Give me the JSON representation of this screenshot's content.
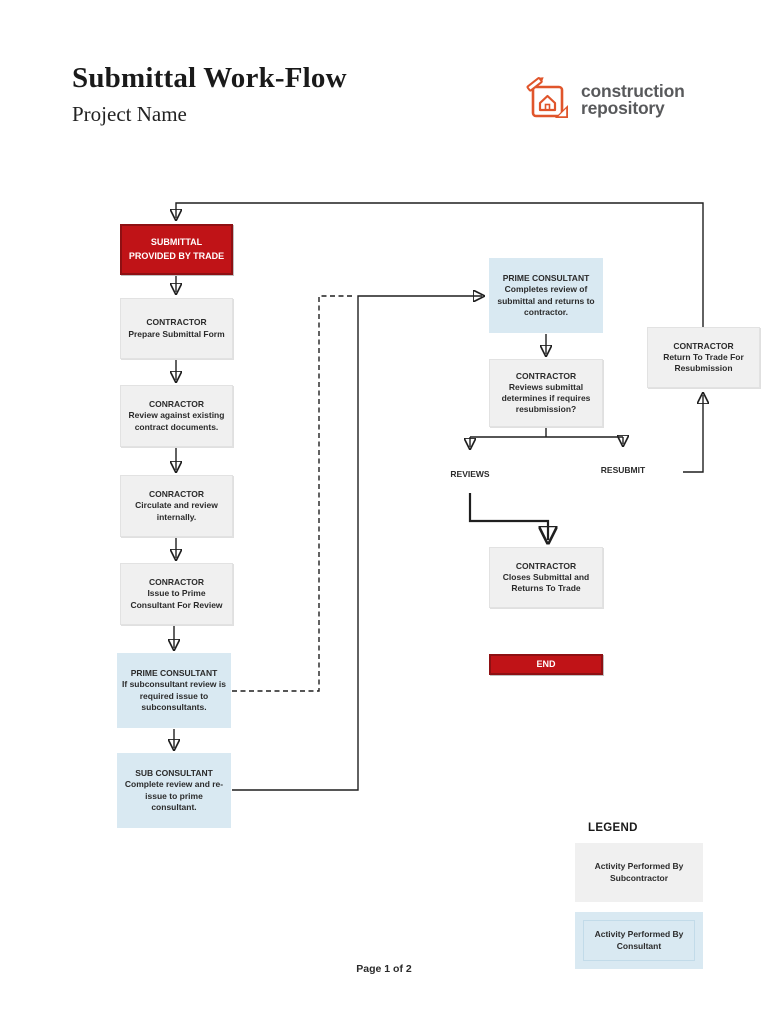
{
  "page": {
    "title": "Submittal Work-Flow",
    "subtitle": "Project Name",
    "footer": "Page 1 of 2"
  },
  "logo": {
    "line1": "construction",
    "line2": "repository",
    "accent_color": "#e0552b",
    "text_color": "#58595b"
  },
  "colors": {
    "red_fill": "#c01317",
    "red_border": "#8e1013",
    "gray_fill": "#f0f0f0",
    "blue_fill": "#d9e9f2",
    "line": "#1f1f1f"
  },
  "flowchart": {
    "nodes": {
      "submittal": {
        "title": "SUBMITTAL PROVIDED BY TRADE"
      },
      "prepare": {
        "title": "CONTRACTOR",
        "body": "Prepare Submittal Form"
      },
      "review_existing": {
        "title": "CONRACTOR",
        "body": "Review against existing contract documents."
      },
      "circulate": {
        "title": "CONRACTOR",
        "body": "Circulate and review internally."
      },
      "issue_prime": {
        "title": "CONRACTOR",
        "body": "Issue to Prime Consultant For Review"
      },
      "prime_sub": {
        "title": "PRIME CONSULTANT",
        "body": "If subconsultant review is required issue to subconsultants."
      },
      "sub_consultant": {
        "title": "SUB CONSULTANT",
        "body": "Complete review and re-issue to prime consultant."
      },
      "prime_completes": {
        "title": "PRIME CONSULTANT",
        "body": "Completes review of submittal and returns to contractor."
      },
      "contractor_reviews": {
        "title": "CONTRACTOR",
        "body": "Reviews submittal determines if requires resubmission?"
      },
      "return_trade": {
        "title": "CONTRACTOR",
        "body": "Return To Trade For Resubmission"
      },
      "closes": {
        "title": "CONTRACTOR",
        "body": "Closes Submittal and Returns To Trade"
      },
      "end": {
        "title": "END"
      }
    },
    "branch_labels": {
      "reviews": "REVIEWS",
      "resubmit": "RESUBMIT"
    }
  },
  "legend": {
    "title": "LEGEND",
    "items": [
      {
        "label": "Activity Performed By Subcontractor",
        "style": "gray"
      },
      {
        "label": "Activity Performed By Consultant",
        "style": "blue"
      }
    ]
  }
}
